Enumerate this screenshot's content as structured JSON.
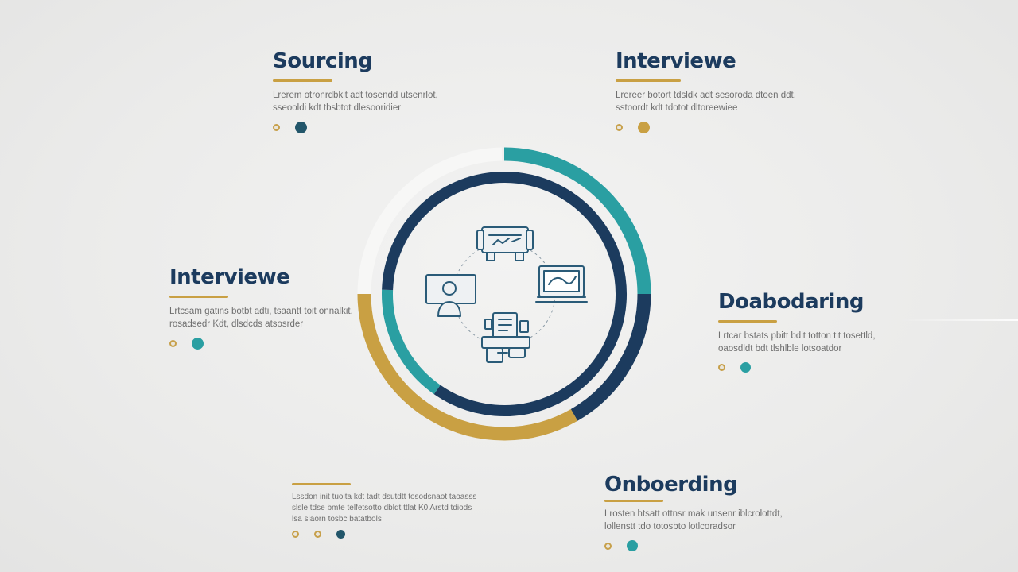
{
  "colors": {
    "navy": "#1c3b5e",
    "teal": "#2a9fa2",
    "gold": "#c9a043",
    "dark_teal": "#22566a",
    "white_ring": "#f7f7f6",
    "icon_stroke": "#2a5b78"
  },
  "stages": {
    "sourcing": {
      "title": "Sourcing",
      "line1": "Lrerem otronrdbkit adt tosendd utsenrlot,",
      "line2": "sseooldi kdt tbsbtot dlesooridier",
      "dot_color": "#22566a"
    },
    "interview_top": {
      "title": "Interviewe",
      "line1": "Lrereer botort tdsldk adt sesoroda dtoen ddt,",
      "line2": "sstoordt kdt tdotot dltoreewiee",
      "dot_color": "#c9a043"
    },
    "interview_left": {
      "title": "Interviewe",
      "line1": "Lrtcsam gatins botbt adti, tsaantt toit onnalkit,",
      "line2": "rosadsedr Kdt, dlsdcds atsosrder",
      "dot_color": "#2a9fa2"
    },
    "doaboarding": {
      "title": "Doabodaring",
      "line1": "Lrtcar bstats pbitt bdit totton tit tosettld,",
      "line2": "oaosdldt bdt tlshlble lotsoatdor",
      "dot_color": "#2a9fa2"
    },
    "bottom_left": {
      "line1": "Lssdon init tuoita kdt tadt dsutdtt tosodsnaot taoasss",
      "line2": "slsle tdse bmte telfetsotto dbldt ttlat K0 Arstd tdiods",
      "line3": "lsa slaorn tosbc batatbols",
      "dot_color": "#22566a"
    },
    "onboarding": {
      "title": "Onboerding",
      "line1": "Lrosten htsatt ottnsr mak unsenr iblcrolottdt,",
      "line2": "lollenstt tdo totosbto lotlcoradsor",
      "dot_color": "#2a9fa2"
    }
  },
  "hub": {
    "ring_segments": [
      {
        "name": "outer-white-arc",
        "color": "#f7f7f6",
        "start_deg": 270,
        "end_deg": 359
      },
      {
        "name": "outer-teal-arc",
        "color": "#2a9fa2",
        "start_deg": 0,
        "end_deg": 90
      },
      {
        "name": "outer-navy-arc",
        "color": "#1c3b5e",
        "start_deg": 90,
        "end_deg": 150
      },
      {
        "name": "outer-gold-arc",
        "color": "#c9a043",
        "start_deg": 150,
        "end_deg": 270
      },
      {
        "name": "inner-navy-arc",
        "color": "#1c3b5e",
        "start_deg": 0,
        "end_deg": 215
      },
      {
        "name": "inner-teal-arc",
        "color": "#2a9fa2",
        "start_deg": 215,
        "end_deg": 272
      },
      {
        "name": "inner-navy-arc-2",
        "color": "#1c3b5e",
        "start_deg": 272,
        "end_deg": 360
      }
    ],
    "icons": [
      "job-board-icon",
      "screening-laptop-icon",
      "video-interview-icon",
      "document-workstation-icon"
    ]
  }
}
